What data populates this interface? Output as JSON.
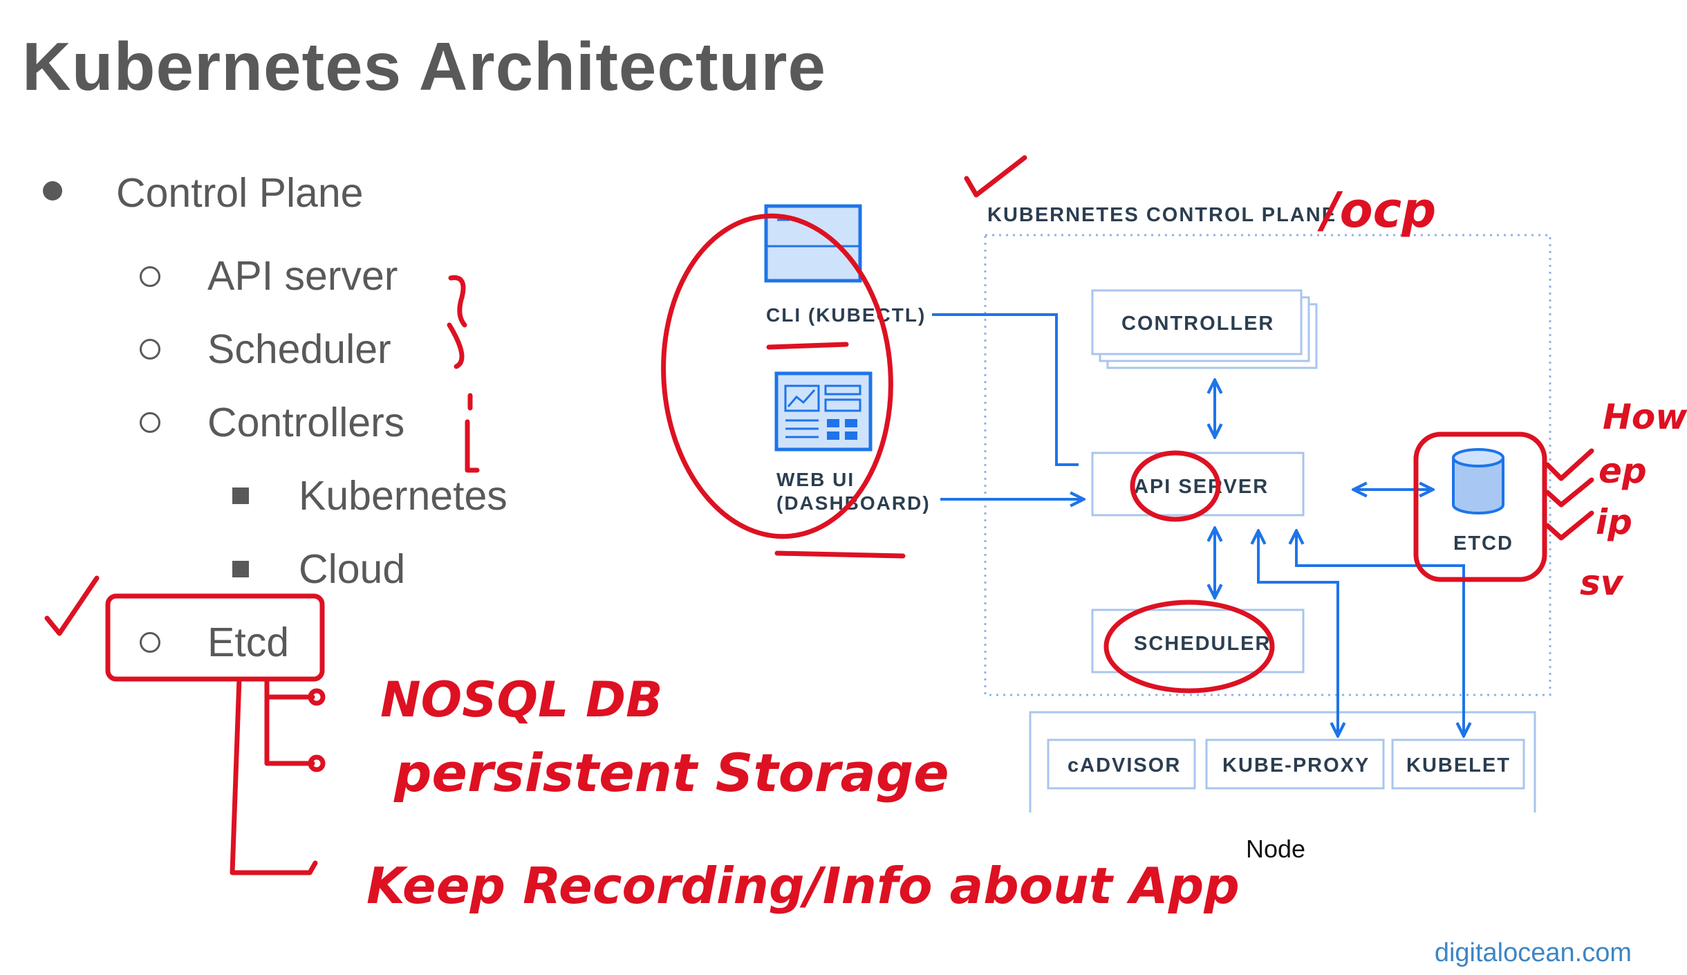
{
  "slide": {
    "title": "Kubernetes Architecture",
    "credit": "digitalocean.com"
  },
  "bullets": {
    "control_plane": "Control Plane",
    "api_server": "API server",
    "scheduler": "Scheduler",
    "controllers": "Controllers",
    "kubernetes": "Kubernetes",
    "cloud": "Cloud",
    "etcd": "Etcd"
  },
  "diagram": {
    "control_plane_label": "KUBERNETES CONTROL PLANE",
    "cli": "CLI (KUBECTL)",
    "web_ui_line1": "WEB UI",
    "web_ui_line2": "(DASHBOARD)",
    "controller": "CONTROLLER",
    "api_server": "API SERVER",
    "scheduler": "SCHEDULER",
    "etcd": "ETCD",
    "cadvisor": "cADVISOR",
    "kube_proxy": "KUBE-PROXY",
    "kubelet": "KUBELET",
    "node_caption": "Node",
    "accent_color": "#1e74e8"
  },
  "annotations": {
    "ocp": "/ocp",
    "nosql": "NOSQL DB",
    "persistent": "persistent Storage",
    "keep": "Keep Recording/Info about App",
    "side_notes": [
      "How",
      "ep",
      "ip",
      "sv"
    ]
  }
}
